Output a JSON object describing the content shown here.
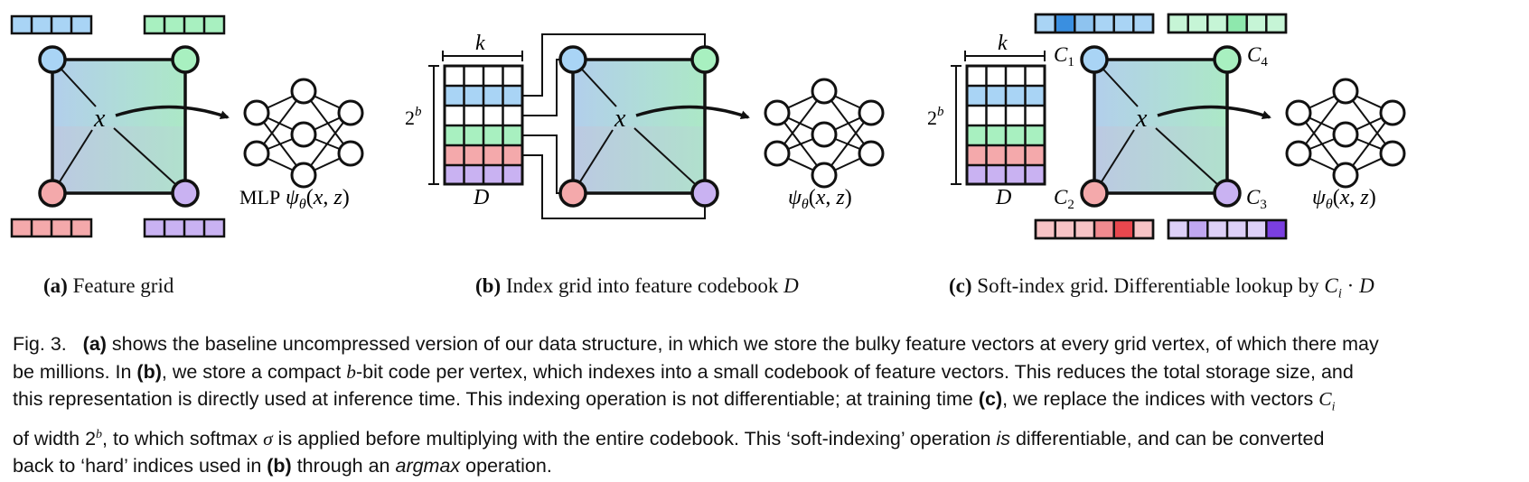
{
  "panel_a": {
    "center_label": "x",
    "mlp_prefix": "MLP",
    "mlp_label": "ψθ(x, z)",
    "caption_tag": "(a)",
    "caption_text": "Feature grid"
  },
  "panel_b": {
    "k_label": "k",
    "height_label": "2b",
    "codebook_label": "D",
    "center_label": "x",
    "mlp_label": "ψθ(x, z)",
    "caption_tag": "(b)",
    "caption_text": "Index grid into feature codebook",
    "caption_symbol": "D"
  },
  "panel_c": {
    "k_label": "k",
    "height_label": "2b",
    "codebook_label": "D",
    "center_label": "x",
    "corner_labels": [
      "C1",
      "C4",
      "C2",
      "C3"
    ],
    "mlp_label": "ψθ(x, z)",
    "caption_tag": "(c)",
    "caption_text": "Soft-index grid. Differentiable lookup by",
    "caption_symbol": "Ci · D"
  },
  "colors": {
    "blue": "#a9d4f5",
    "green": "#a8f0c0",
    "red": "#f4a9ab",
    "purple": "#c9b2f2",
    "blue_strong": "#3a8fe0",
    "red_strong": "#e8474e",
    "purple_strong": "#7a3fe0"
  },
  "caption": {
    "fig_label": "Fig. 3.",
    "lines": [
      "shows the baseline uncompressed version of our data structure, in which we store the bulky feature vectors at every grid vertex, of which there may",
      "be millions. In (b), we store a compact b-bit code per vertex, which indexes into a small codebook of feature vectors. This reduces the total storage size, and",
      "this representation is directly used at inference time. This indexing operation is not differentiable; at training time (c), we replace the indices with vectors Ci",
      "of width 2b, to which softmax σ is applied before multiplying with the entire codebook. This ‘soft-indexing’ operation is differentiable, and can be converted",
      "back to ‘hard’ indices used in (b) through an argmax operation."
    ]
  }
}
